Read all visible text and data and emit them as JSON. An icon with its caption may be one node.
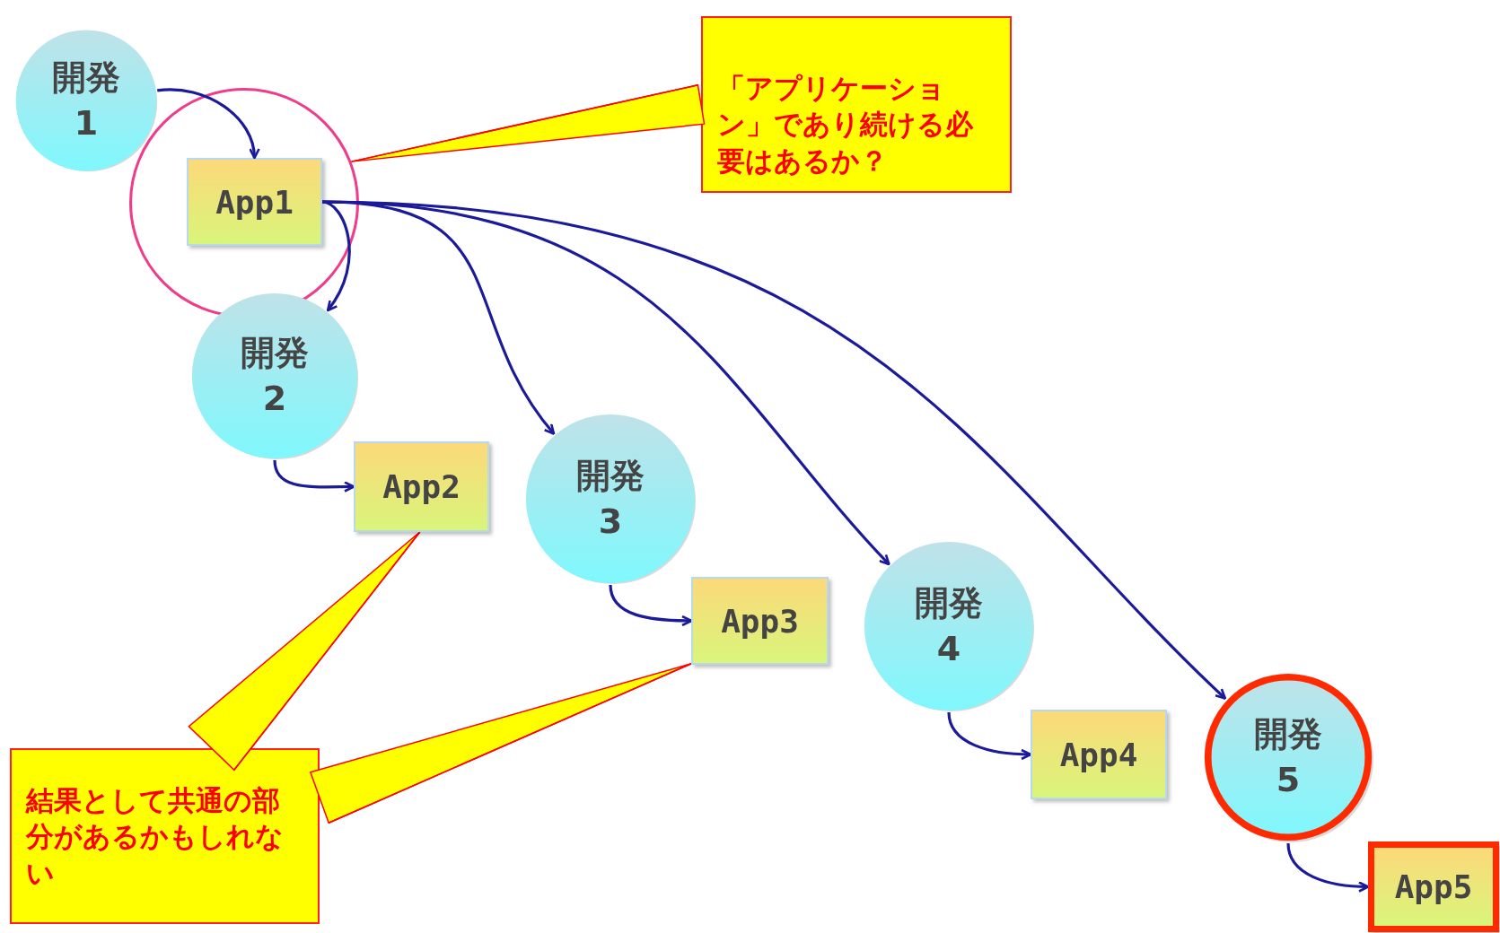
{
  "diagram": {
    "nodes": [
      {
        "text": [
          "開発1"
        ]
      },
      {
        "text": [],
        "shape": "circle"
      },
      {
        "text": [
          "App1"
        ],
        "in": 1
      },
      {
        "text": [
          "「アプリケーション」であり続ける必要はあるか？"
        ]
      },
      {
        "text": [
          "開発2"
        ]
      },
      {
        "text": [
          "App2"
        ]
      },
      {
        "text": [
          "開発3"
        ]
      },
      {
        "text": [
          "App3"
        ]
      },
      {
        "text": [
          "開発4"
        ]
      },
      {
        "text": [
          "App4"
        ]
      },
      {
        "text": [
          "結果として共通の部分があるかもしれない"
        ]
      },
      {
        "text": [
          "開発5"
        ]
      },
      {
        "text": [
          "App5"
        ]
      }
    ],
    "edges": [
      {
        "from": 0,
        "to": 2,
        "arrow": "to"
      },
      {
        "from": 2,
        "to": 4,
        "arrow": "to"
      },
      {
        "from": 2,
        "to": 6,
        "arrow": "to"
      },
      {
        "from": 2,
        "to": 8,
        "arrow": "to"
      },
      {
        "from": 2,
        "to": 11,
        "arrow": "to"
      },
      {
        "from": 4,
        "to": 5,
        "arrow": "to"
      },
      {
        "from": 6,
        "to": 7,
        "arrow": "to"
      },
      {
        "from": 8,
        "to": 9,
        "arrow": "to"
      },
      {
        "from": 11,
        "to": 12,
        "arrow": "to"
      },
      {
        "from": 3,
        "to": 1,
        "arrow": "none",
        "color": "#ff0000"
      },
      {
        "from": 10,
        "to": 5,
        "arrow": "none",
        "color": "#ff0000"
      },
      {
        "from": 10,
        "to": 7,
        "arrow": "none",
        "color": "#ff0000"
      }
    ]
  }
}
